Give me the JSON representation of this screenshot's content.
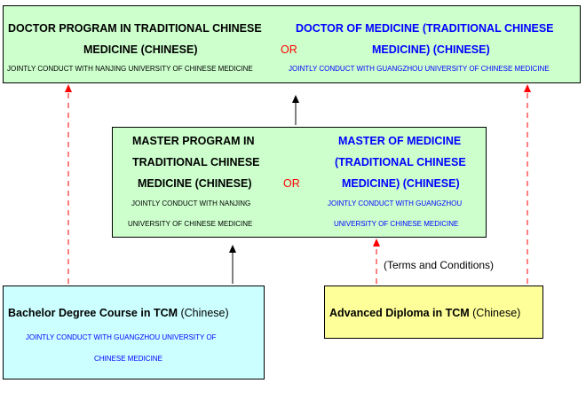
{
  "doctor": {
    "left": {
      "line1": "DOCTOR PROGRAM IN TRADITIONAL CHINESE",
      "line2": "MEDICINE (CHINESE)",
      "note": "JOINTLY CONDUCT WITH NANJING UNIVERSITY OF CHINESE MEDICINE"
    },
    "or": "OR",
    "right": {
      "line1": "DOCTOR OF MEDICINE (TRADITIONAL CHINESE",
      "line2": "MEDICINE) (CHINESE)",
      "note": "JOINTLY CONDUCT WITH GUANGZHOU UNIVERSITY OF CHINESE MEDICINE"
    }
  },
  "master": {
    "left": {
      "line1": "MASTER PROGRAM IN",
      "line2": "TRADITIONAL CHINESE",
      "line3": "MEDICINE (CHINESE)",
      "note1": "JOINTLY CONDUCT WITH NANJING",
      "note2": "UNIVERSITY OF CHINESE MEDICINE"
    },
    "or": "OR",
    "right": {
      "line1": "MASTER OF MEDICINE",
      "line2": "(TRADITIONAL CHINESE",
      "line3": "MEDICINE) (CHINESE)",
      "note1": "JOINTLY CONDUCT WITH GUANGZHOU",
      "note2": "UNIVERSITY OF CHINESE MEDICINE"
    }
  },
  "bachelor": {
    "title_bold": "Bachelor Degree Course in TCM",
    "title_rest": " (Chinese)",
    "note1": "JOINTLY CONDUCT WITH GUANGZHOU UNIVERSITY OF",
    "note2": "CHINESE MEDICINE"
  },
  "diploma": {
    "title_bold": "Advanced Diploma in TCM",
    "title_rest": " (Chinese)"
  },
  "terms_label": "(Terms and Conditions)",
  "colors": {
    "green_box": "#ccffcc",
    "cyan_box": "#ccffff",
    "yellow_box": "#ffff99",
    "blue_text": "#0000ff",
    "red_or": "#ff0000",
    "dashed_arrow": "#ff0000",
    "solid_arrow": "#000000"
  }
}
